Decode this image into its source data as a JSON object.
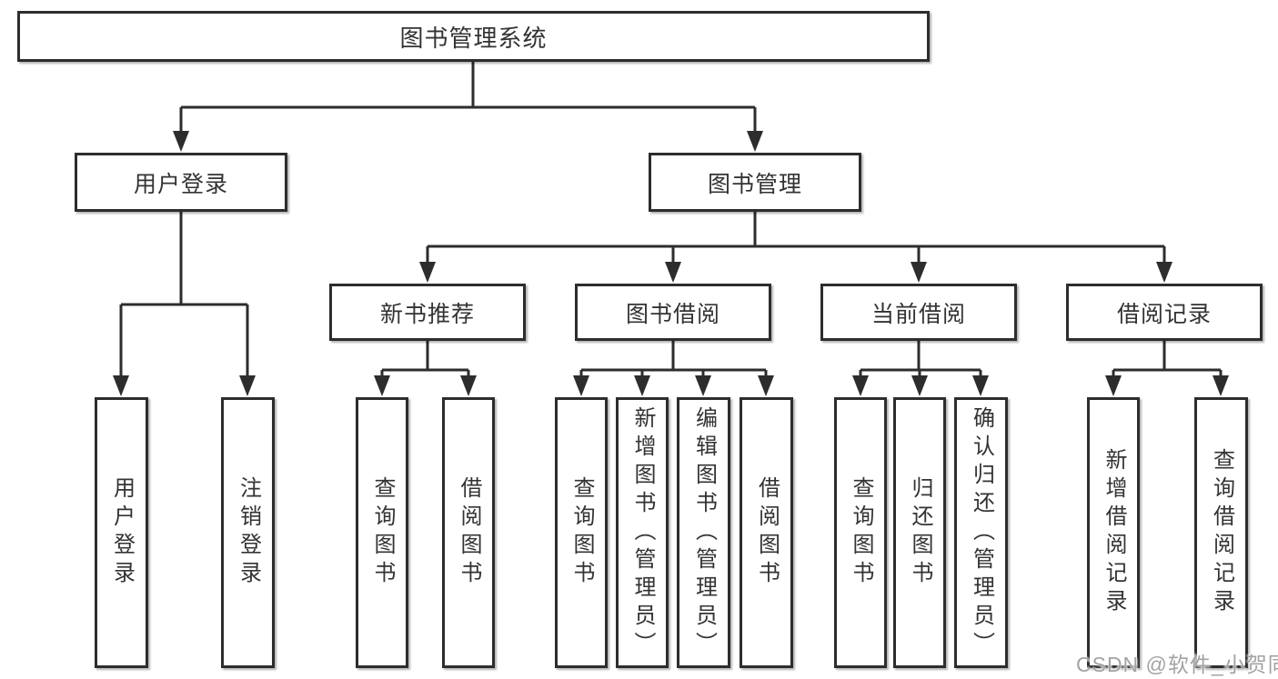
{
  "colors": {
    "line": "#2d2d2d",
    "text": "#333333",
    "watermark": "#a3a3a3",
    "background": "#ffffff"
  },
  "watermark": {
    "text": "CSDN @软件_小贺同学"
  },
  "diagram": {
    "root": {
      "label": "图书管理系统"
    },
    "branches": [
      {
        "label": "用户登录",
        "children": [
          "用户登录",
          "注销登录"
        ]
      },
      {
        "label": "图书管理",
        "children": [
          {
            "label": "新书推荐",
            "children": [
              "查询图书",
              "借阅图书"
            ]
          },
          {
            "label": "图书借阅",
            "children": [
              "查询图书",
              "新增图书（管理员）",
              "编辑图书（管理员）",
              "借阅图书"
            ]
          },
          {
            "label": "当前借阅",
            "children": [
              "查询图书",
              "归还图书",
              "确认归还（管理员）"
            ]
          },
          {
            "label": "借阅记录",
            "children": [
              "新增借阅记录",
              "查询借阅记录"
            ]
          }
        ]
      }
    ]
  }
}
